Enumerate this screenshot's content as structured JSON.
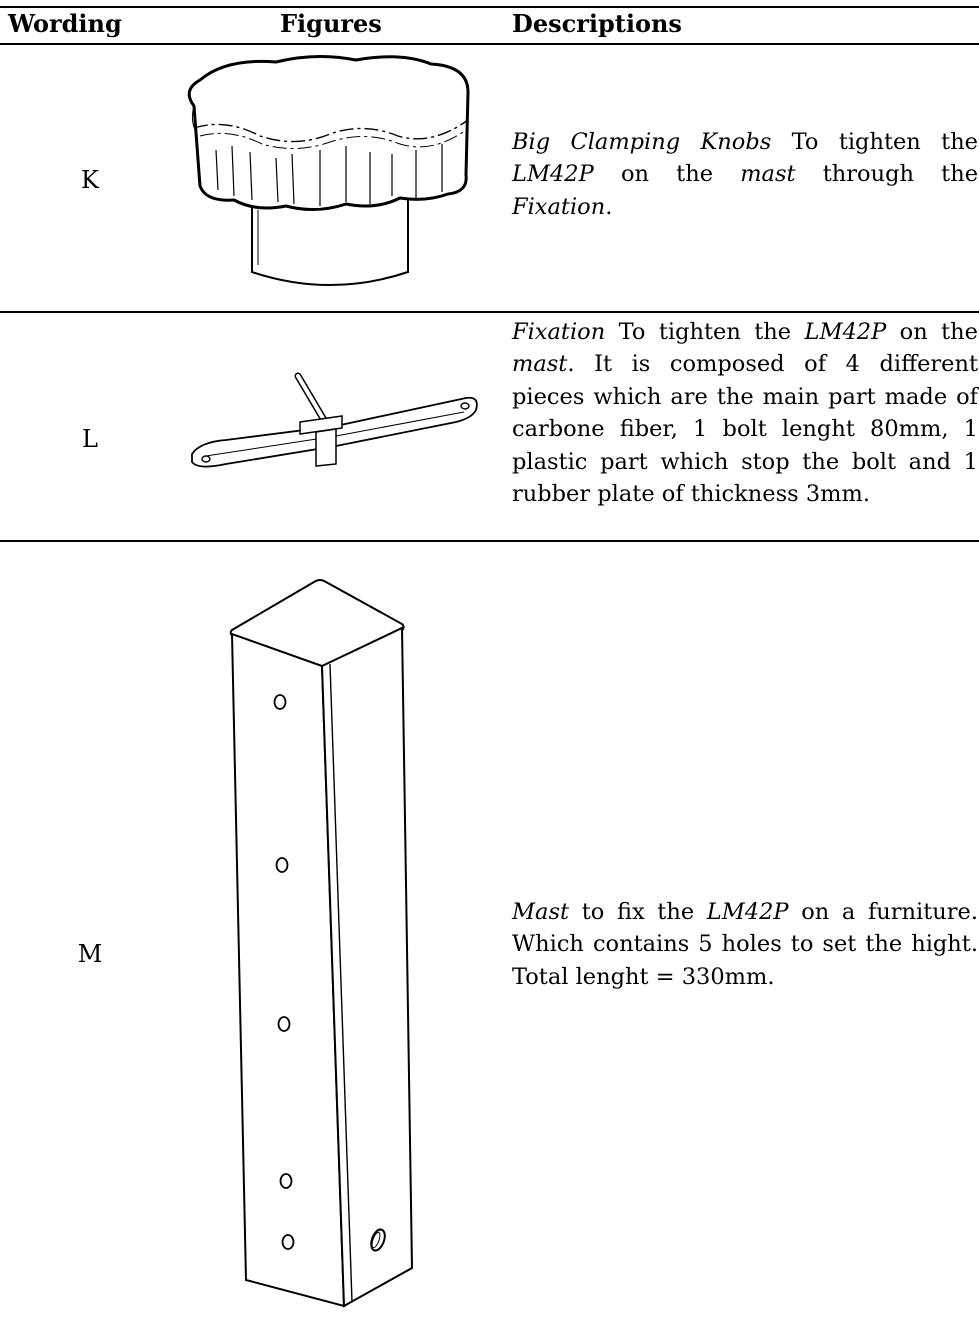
{
  "table": {
    "headers": {
      "wording": "Wording",
      "figures": "Figures",
      "descriptions": "Descriptions"
    },
    "rows": [
      {
        "id": "K",
        "wording": "K",
        "figure_icon": "clamping-knob-drawing",
        "desc_title": "Big Clamping Knobs",
        "desc_text1": " To tighten the ",
        "desc_model": "LM42P",
        "desc_text2": " on the ",
        "desc_mast": "mast",
        "desc_text3": " through the ",
        "desc_fix": "Fixation",
        "desc_text4": "."
      },
      {
        "id": "L",
        "wording": "L",
        "figure_icon": "fixation-bar-drawing",
        "desc_title": "Fixation",
        "desc_text1": " To tighten the ",
        "desc_model": "LM42P",
        "desc_text2": " on the ",
        "desc_mast": "mast",
        "desc_text3": ". It is composed of 4 different pieces which are the main part made of carbone fiber, 1 bolt lenght 80mm, 1 plastic part which stop the bolt and 1 rubber plate of thickness 3mm."
      },
      {
        "id": "M",
        "wording": "M",
        "figure_icon": "mast-drawing",
        "desc_title": "Mast",
        "desc_text1": " to fix the ",
        "desc_model": "LM42P",
        "desc_text2": " on a furniture. Which contains 5 holes to set the hight. Total lenght = 330mm."
      }
    ]
  }
}
